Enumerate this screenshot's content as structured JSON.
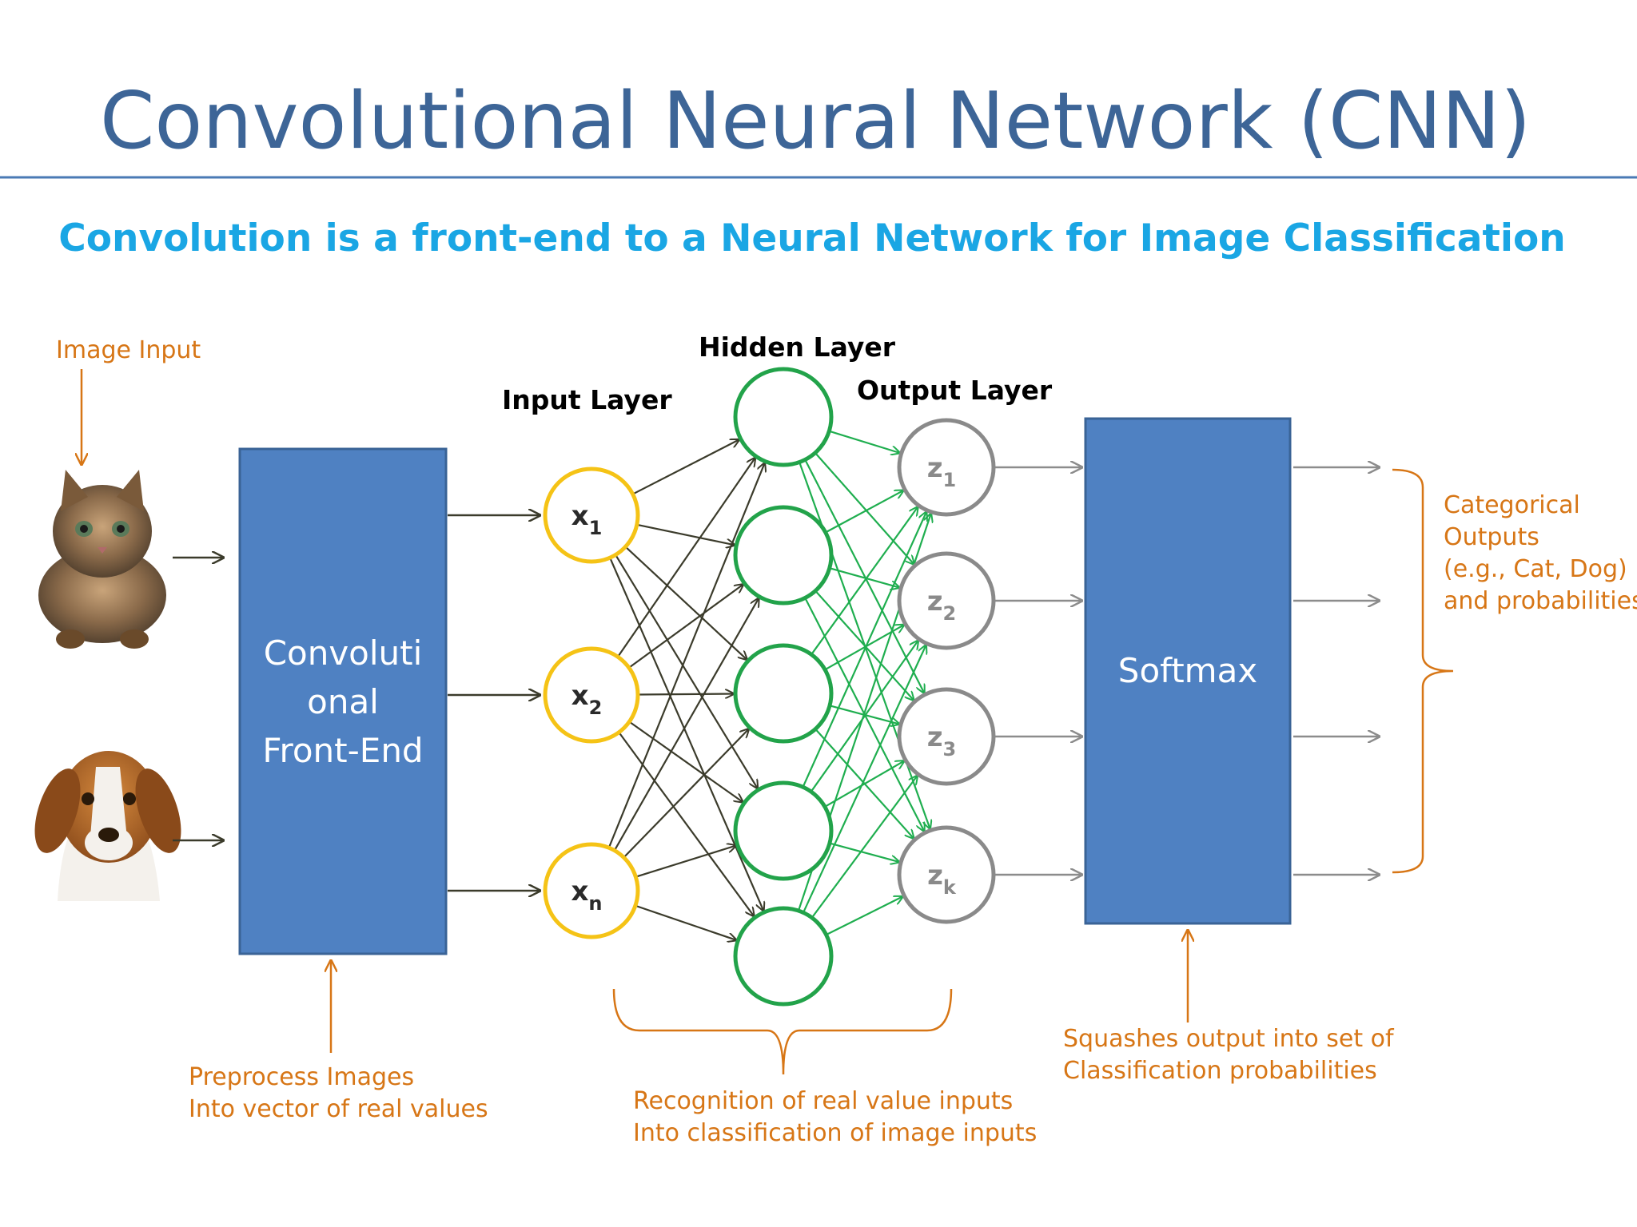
{
  "title": "Convolutional Neural Network (CNN)",
  "subtitle": "Convolution is a front-end to a Neural Network for Image Classification",
  "colors": {
    "title": "#3d6597",
    "subtitle": "#1aa6e4",
    "rule": "#4a7ab5",
    "box_fill": "#4f81c2",
    "box_stroke": "#3a6396",
    "annotation": "#d77616",
    "input_node": "#f5c316",
    "hidden_node": "#22a34a",
    "output_node": "#8a8a8a",
    "dark_edge": "#3b3b2b",
    "green_edge": "#1fae4f",
    "grey_edge": "#8c8c8c"
  },
  "labels": {
    "image_input": "Image Input",
    "input_layer": "Input Layer",
    "hidden_layer": "Hidden Layer",
    "output_layer": "Output Layer",
    "conv_box": [
      "Convoluti",
      "onal",
      "Front-End"
    ],
    "softmax": "Softmax",
    "preprocess": [
      "Preprocess Images",
      "Into vector of real values"
    ],
    "recognition": [
      "Recognition of real value inputs",
      "Into classification of image inputs"
    ],
    "squashes": [
      "Squashes output into set of",
      "Classification probabilities"
    ],
    "categorical": [
      "Categorical",
      "Outputs",
      "(e.g., Cat, Dog)",
      "and probabilities."
    ]
  },
  "nodes": {
    "inputs": [
      {
        "base": "x",
        "sub": "1"
      },
      {
        "base": "x",
        "sub": "2"
      },
      {
        "base": "x",
        "sub": "n"
      }
    ],
    "hidden_count": 5,
    "outputs": [
      {
        "base": "z",
        "sub": "1"
      },
      {
        "base": "z",
        "sub": "2"
      },
      {
        "base": "z",
        "sub": "3"
      },
      {
        "base": "z",
        "sub": "k"
      }
    ]
  },
  "icons": {
    "cat": "kitten-photo",
    "dog": "puppy-photo"
  }
}
